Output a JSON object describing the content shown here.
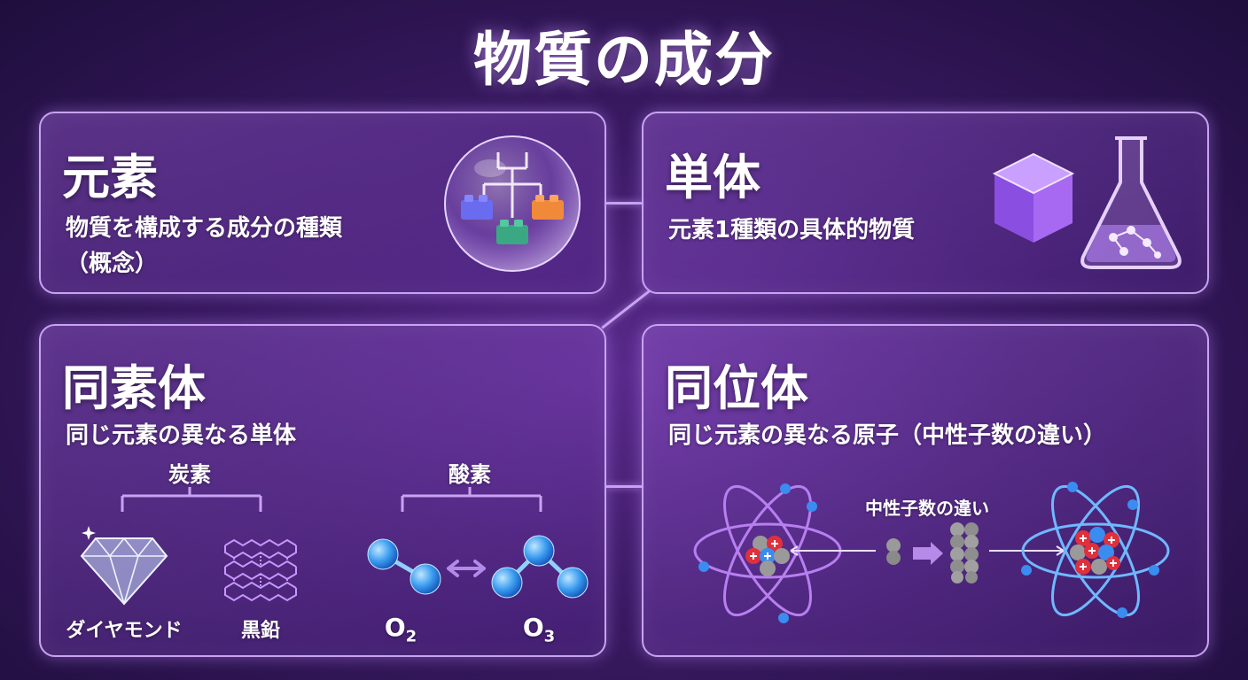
{
  "title": "物質の成分",
  "element": {
    "heading": "元素",
    "desc_line1": "物質を構成する成分の種類",
    "desc_line2": "（概念）"
  },
  "simple_substance": {
    "heading": "単体",
    "desc": "元素1種類の具体的物質"
  },
  "allotrope": {
    "heading": "同素体",
    "desc": "同じ元素の異なる単体",
    "carbon": {
      "label": "炭素",
      "diamond": "ダイヤモンド",
      "graphite": "黒鉛"
    },
    "oxygen": {
      "label": "酸素",
      "o2_letter": "O",
      "o2_sub": "2",
      "o3_letter": "O",
      "o3_sub": "3"
    }
  },
  "isotope": {
    "heading": "同位体",
    "desc": "同じ元素の異なる原子（中性子数の違い）",
    "neutron_label": "中性子数の違い"
  },
  "colors": {
    "accent": "#c9a3f2",
    "background": "#3a1a63",
    "proton": "#e0303c",
    "neutron": "#9a9a9a",
    "electron": "#3a8cf0"
  }
}
